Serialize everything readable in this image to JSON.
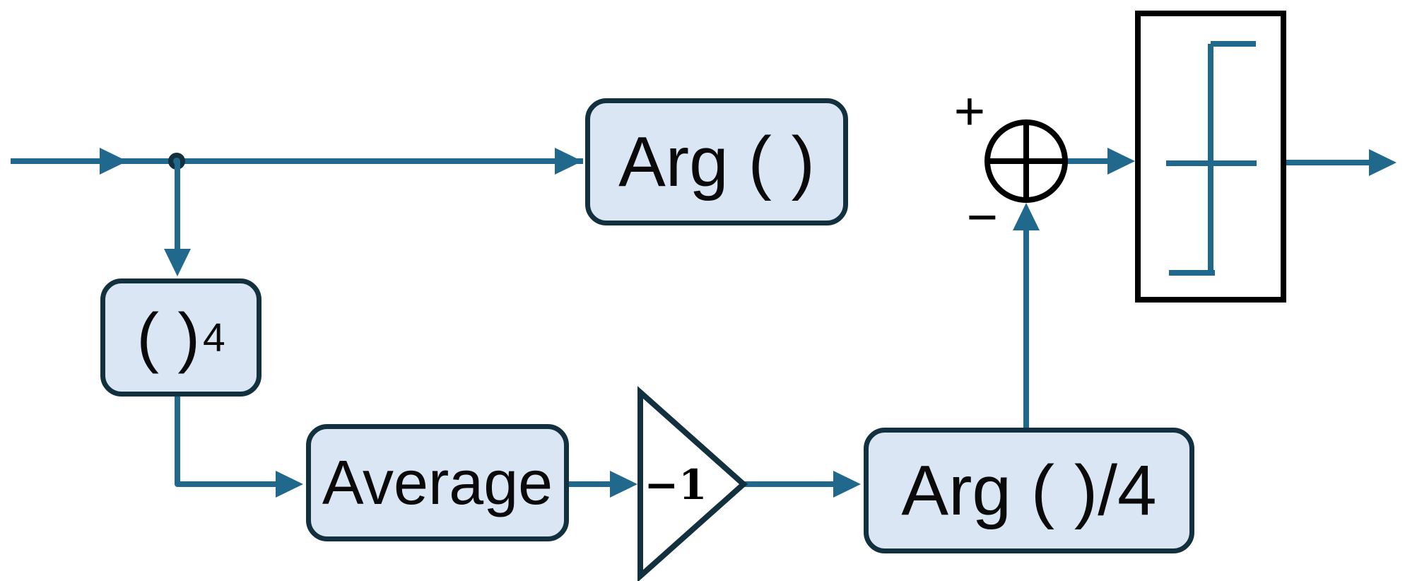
{
  "diagram": {
    "type": "signal-flow-block-diagram",
    "blocks": {
      "arg": {
        "label": "Arg ( )"
      },
      "power4": {
        "base": "( )",
        "exponent": "4"
      },
      "average": {
        "label": "Average"
      },
      "gain": {
        "label": "−1"
      },
      "arg_div4": {
        "label": "Arg ( )/4"
      }
    },
    "sum_junction": {
      "plus_label": "+",
      "minus_label": "−"
    },
    "colors": {
      "connector_teal": "#20688c",
      "block_border_navy": "#13303e",
      "block_fill_light_blue": "#dae6f4",
      "junction_black": "#000000",
      "text_black": "#0a0a0a"
    }
  }
}
